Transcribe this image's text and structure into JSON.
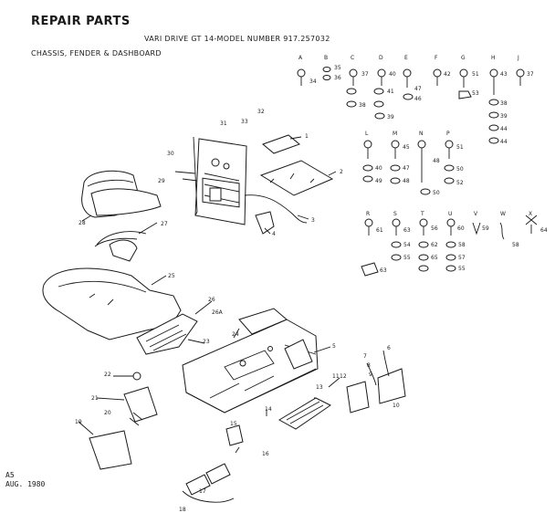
{
  "header": {
    "title": "REPAIR PARTS",
    "model_line": "VARI DRIVE GT 14-MODEL NUMBER 917.257032",
    "subtitle": "CHASSIS, FENDER & DASHBOARD"
  },
  "footer": {
    "page_code": "A5",
    "date": "AUG. 1980"
  },
  "hardware_letters": [
    "A",
    "B",
    "C",
    "D",
    "E",
    "F",
    "G",
    "H",
    "J",
    "L",
    "M",
    "N",
    "P",
    "R",
    "S",
    "T",
    "U",
    "V",
    "W",
    "X"
  ],
  "part_numbers": [
    "1",
    "2",
    "3",
    "4",
    "5",
    "6",
    "7",
    "8",
    "9",
    "10",
    "11",
    "12",
    "13",
    "14",
    "15",
    "16",
    "17",
    "18",
    "19",
    "20",
    "21",
    "22",
    "23",
    "24",
    "25",
    "26",
    "26A",
    "27",
    "28",
    "29",
    "30",
    "31",
    "32",
    "33",
    "34",
    "35",
    "36",
    "37",
    "38",
    "39",
    "40",
    "41",
    "42",
    "43",
    "44",
    "45",
    "46",
    "47",
    "48",
    "49",
    "50",
    "51",
    "52",
    "53",
    "54",
    "55",
    "56",
    "57",
    "58",
    "59",
    "60",
    "61",
    "62",
    "63",
    "64",
    "65"
  ]
}
